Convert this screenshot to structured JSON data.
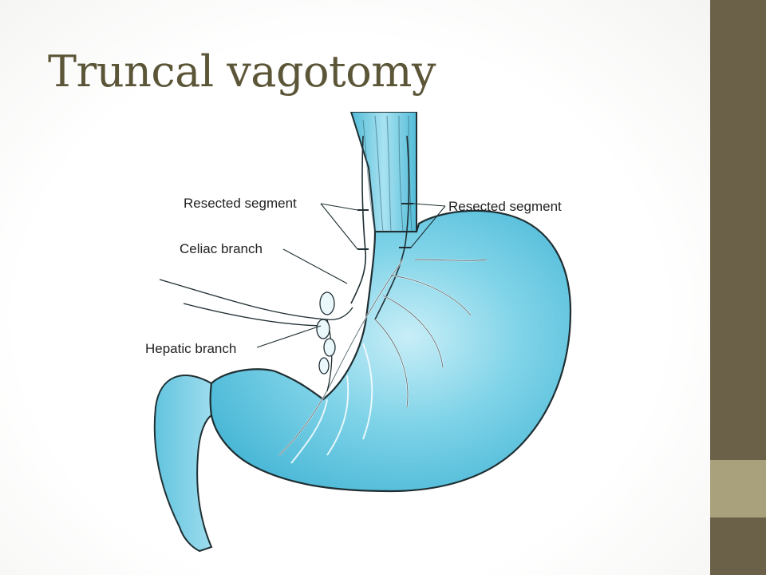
{
  "slide": {
    "title": "Truncal vagotomy"
  },
  "diagram": {
    "labels": {
      "resected_left": "Resected segment",
      "resected_right": "Resected segment",
      "celiac": "Celiac branch",
      "hepatic": "Hepatic branch"
    }
  },
  "colors": {
    "title": "#5c5638",
    "sidebar_dark": "#6b6148",
    "sidebar_light": "#a8a17c",
    "organ_fill": "#5cc3dd",
    "organ_highlight": "#c8eef7",
    "outline": "#1f2f33"
  }
}
